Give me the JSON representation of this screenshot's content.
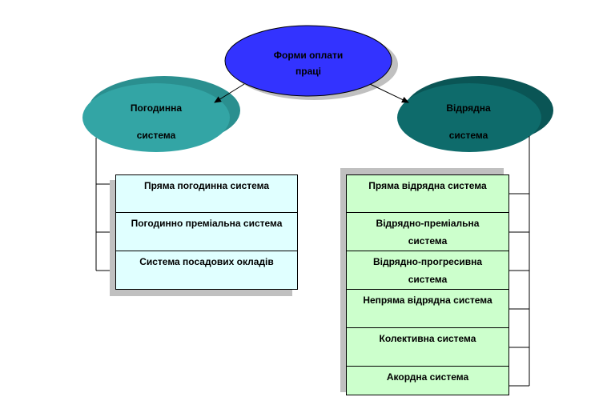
{
  "root": {
    "line1": "Форми оплати",
    "line2": "праці"
  },
  "left_node": {
    "line1": "Погодинна",
    "line2": "система"
  },
  "right_node": {
    "line1": "Відрядна",
    "line2": "система"
  },
  "left_items": [
    "Пряма погодинна система",
    "Погодинно преміальна система",
    "Система посадових окладів"
  ],
  "right_items": [
    {
      "line1": "Пряма відрядна система",
      "line2": ""
    },
    {
      "line1": "Відрядно-преміальна",
      "line2": "система"
    },
    {
      "line1": "Відрядно-прогресивна",
      "line2": "система"
    },
    {
      "line1": "Непряма відрядна система",
      "line2": ""
    },
    {
      "line1": "Колективна система",
      "line2": ""
    },
    {
      "line1": "Акордна система",
      "line2": ""
    }
  ],
  "colors": {
    "root_fill": "#3333ff",
    "left_fill": "#33a5a5",
    "right_fill": "#0e6b6b",
    "left_box": "#e0ffff",
    "right_box": "#ccffcc",
    "shadow": "#c0c0c0"
  }
}
